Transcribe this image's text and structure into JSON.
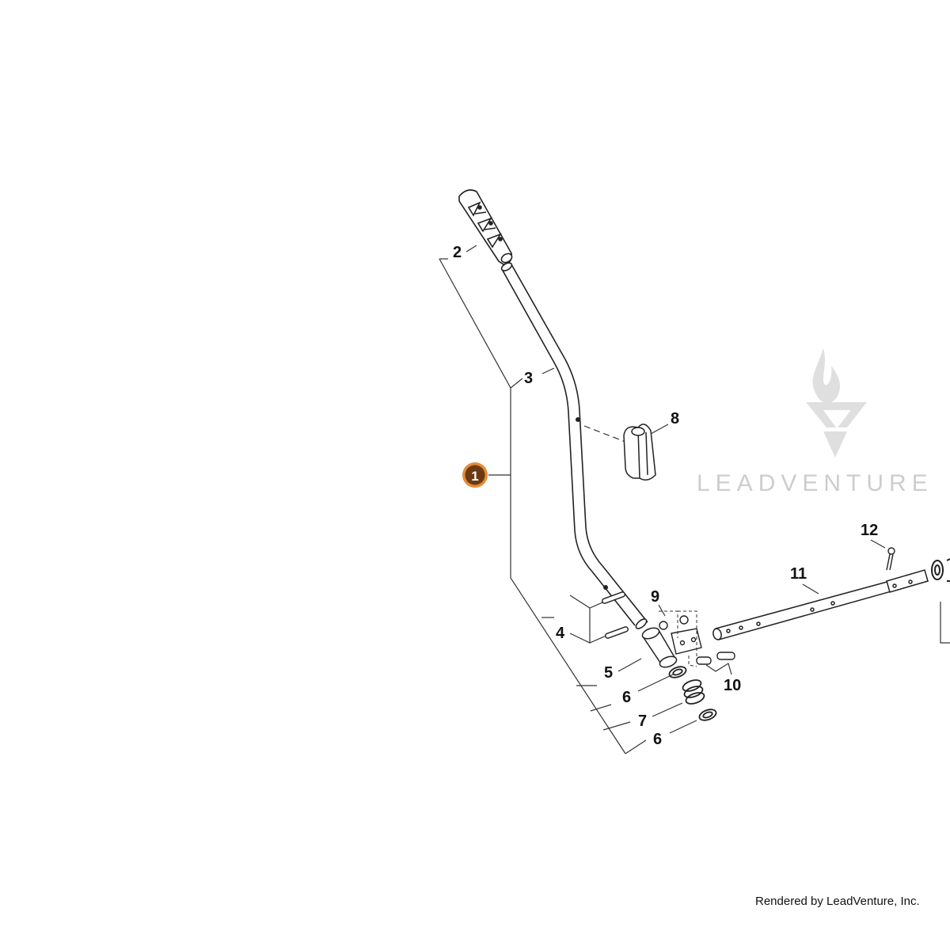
{
  "diagram": {
    "selected_callout": "1",
    "accent_color": "#8a4a12",
    "callouts": [
      "1",
      "2",
      "3",
      "4",
      "5",
      "6",
      "7",
      "6",
      "8",
      "9",
      "10",
      "11",
      "12"
    ]
  },
  "watermark": {
    "text": "LEADVENTURE",
    "logo": "flame-v-logo-icon"
  },
  "footer": {
    "credit": "Rendered by LeadVenture, Inc."
  }
}
